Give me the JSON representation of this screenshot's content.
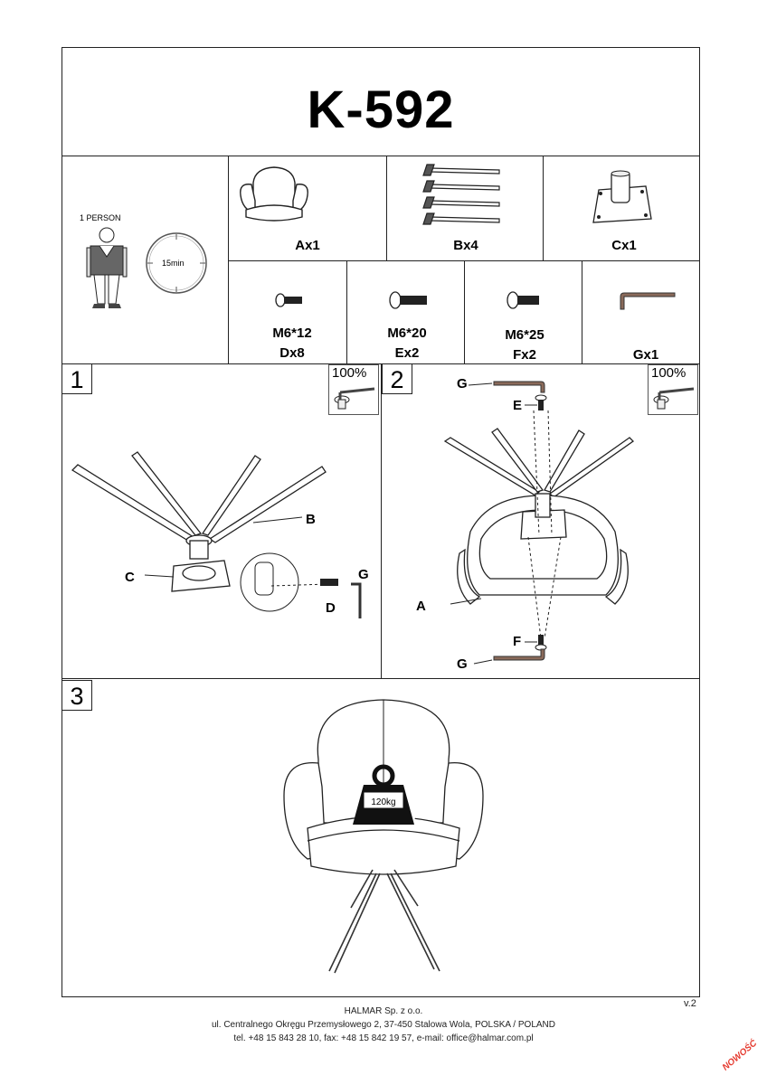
{
  "header": {
    "title": "K-592"
  },
  "people": {
    "count_label": "1 PERSON",
    "time_label": "15min"
  },
  "parts": [
    {
      "label": "Ax1",
      "icon": "armchair-seat-icon"
    },
    {
      "label": "Bx4",
      "icon": "chair-legs-icon"
    },
    {
      "label": "Cx1",
      "icon": "swivel-plate-icon"
    },
    {
      "size": "M6*12",
      "label": "Dx8",
      "icon": "short-bolt-icon"
    },
    {
      "size": "M6*20",
      "label": "Ex2",
      "icon": "medium-bolt-icon"
    },
    {
      "size": "M6*25",
      "label": "Fx2",
      "icon": "long-bolt-icon"
    },
    {
      "label": "Gx1",
      "icon": "allen-key-icon"
    }
  ],
  "steps": [
    {
      "number": "1",
      "tightness": "100%",
      "callouts": {
        "b": "B",
        "c": "C",
        "d": "D",
        "g": "G"
      }
    },
    {
      "number": "2",
      "tightness": "100%",
      "callouts": {
        "g_top": "G",
        "e": "E",
        "a": "A",
        "f": "F",
        "g_bottom": "G"
      }
    },
    {
      "number": "3",
      "max_load": "120kg"
    }
  ],
  "footer": {
    "company": "HALMAR Sp. z o.o.",
    "address": "ul. Centralnego Okręgu Przemysłowego 2, 37-450 Stalowa Wola, POLSKA / POLAND",
    "contact": "tel. +48 15 843 28 10, fax: +48 15 842 19 57, e-mail: office@halmar.com.pl",
    "version": "v.2",
    "stamp": "NOWOŚĆ"
  }
}
